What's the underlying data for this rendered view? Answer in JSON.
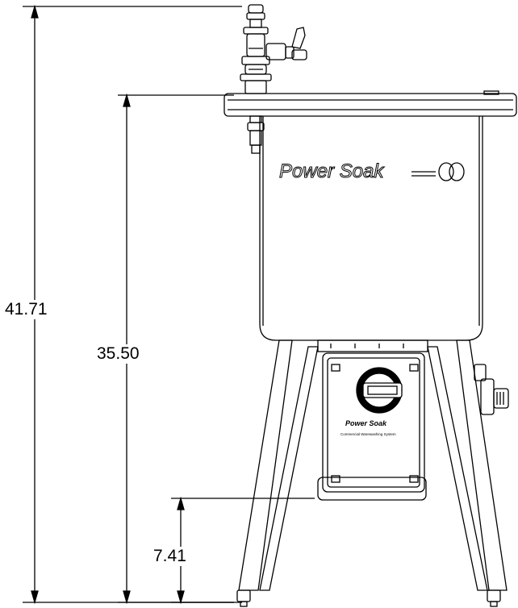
{
  "dimensions": {
    "total_height": "41.71",
    "tank_height": "35.50",
    "clearance_height": "7.41"
  },
  "branding": {
    "logo_text": "Power Soak",
    "panel_logo_text": "Power Soak",
    "panel_tagline": "Commercial Warewashing System"
  }
}
